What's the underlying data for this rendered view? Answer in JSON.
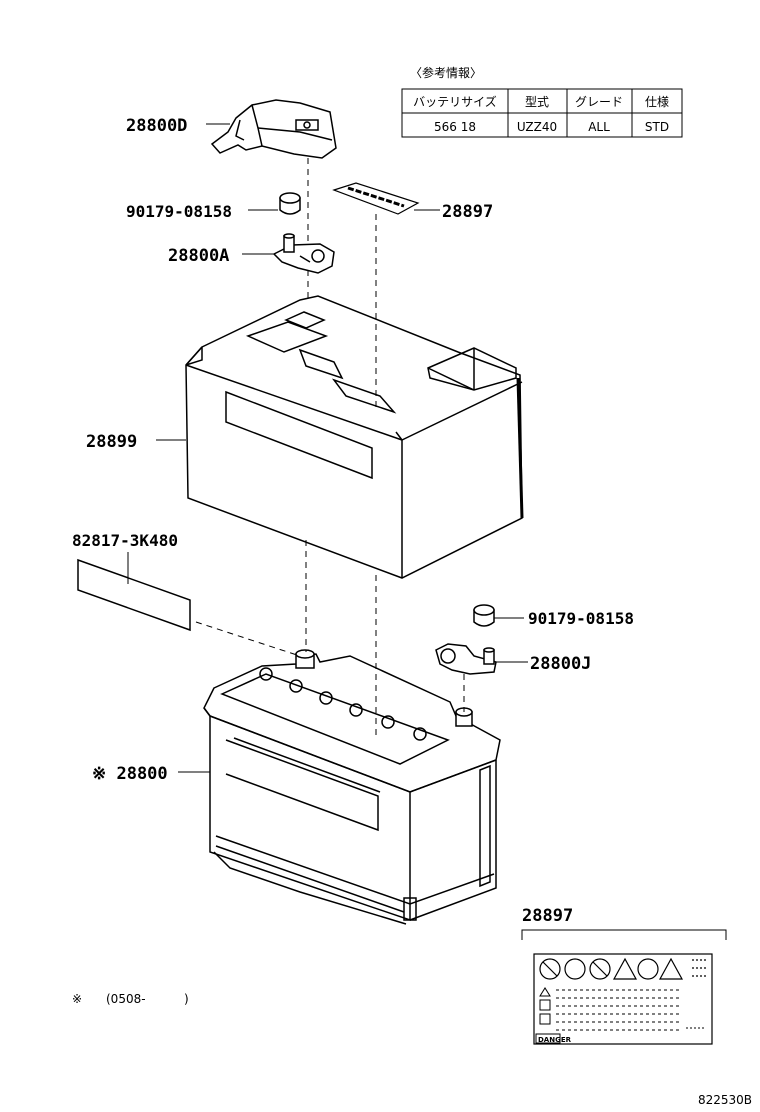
{
  "reference_table": {
    "title": "〈参考情報〉",
    "headers": [
      "バッテリサイズ",
      "型式",
      "グレード",
      "仕様"
    ],
    "row": [
      "566 18",
      "UZZ40",
      "ALL",
      "STD"
    ]
  },
  "labels": {
    "terminal_cover": "28800D",
    "nut_upper": "90179-08158",
    "clamp_positive": "28800A",
    "warning_label": "28897",
    "insulator": "28899",
    "caution_label": "82817-3K480",
    "nut_lower": "90179-08158",
    "clamp_negative": "28800J",
    "battery": "※ 28800"
  },
  "detail": {
    "title": "28897",
    "danger_text": "DANGER"
  },
  "footnote": {
    "mark": "※",
    "text": "(0508-",
    "close": ")"
  },
  "figure_code": "822530B"
}
